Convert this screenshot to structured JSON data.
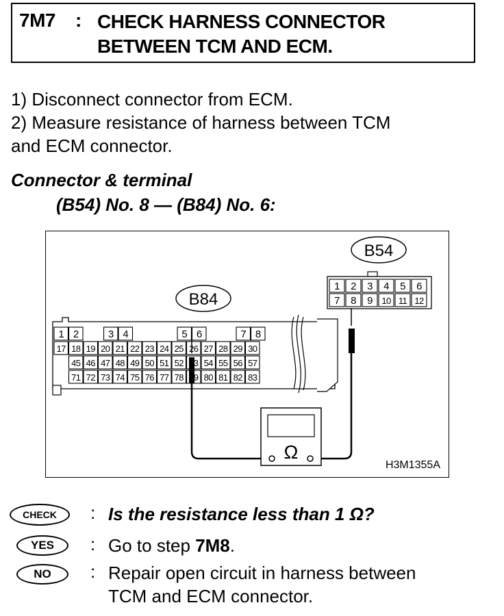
{
  "header": {
    "step_number": "7M7",
    "separator": ":",
    "title_line1": "CHECK HARNESS CONNECTOR",
    "title_line2": "BETWEEN TCM AND ECM."
  },
  "instructions": {
    "step1": "1)  Disconnect connector from ECM.",
    "step2_line1": "2)  Measure resistance of harness between TCM",
    "step2_line2": "and ECM connector."
  },
  "connector": {
    "heading": "Connector & terminal",
    "terminals": "(B54) No. 8 — (B84) No. 6:"
  },
  "diagram": {
    "b54_label": "B54",
    "b84_label": "B84",
    "ohm_symbol": "Ω",
    "figure_code": "H3M1355A",
    "b54_row1": [
      "1",
      "2",
      "3",
      "4",
      "5",
      "6"
    ],
    "b54_row2": [
      "7",
      "8",
      "9",
      "10",
      "11",
      "12"
    ],
    "b84_row0": [
      "1",
      "2",
      "3",
      "4",
      "5",
      "6",
      "7",
      "8"
    ],
    "b84_row1": [
      "17",
      "18",
      "19",
      "20",
      "21",
      "22",
      "23",
      "24",
      "25",
      "26",
      "27",
      "28",
      "29",
      "30"
    ],
    "b84_row2": [
      "45",
      "46",
      "47",
      "48",
      "49",
      "50",
      "51",
      "52",
      "53",
      "54",
      "55",
      "56",
      "57"
    ],
    "b84_row3": [
      "71",
      "72",
      "73",
      "74",
      "75",
      "76",
      "77",
      "78",
      "79",
      "80",
      "81",
      "82",
      "83"
    ]
  },
  "answers": {
    "colon": ":",
    "check_label": "CHECK",
    "check_text": "Is the resistance less than 1 Ω?",
    "yes_label": "YES",
    "yes_text_prefix": "Go to step ",
    "yes_text_step": "7M8",
    "yes_text_suffix": ".",
    "no_label": "NO",
    "no_text_line1": "Repair open circuit in harness between",
    "no_text_line2": "TCM and ECM connector."
  }
}
